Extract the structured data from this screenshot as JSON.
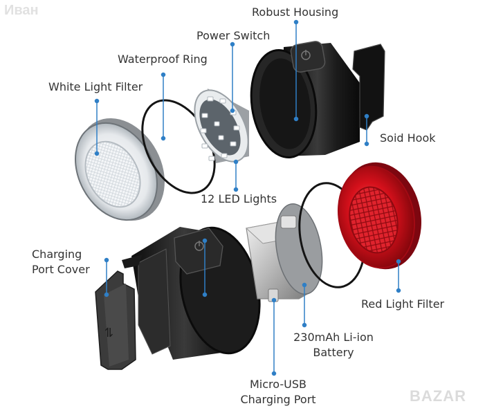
{
  "labels": {
    "robust_housing": "Robust Housing",
    "power_switch": "Power Switch",
    "waterproof_ring": "Waterproof Ring",
    "white_light_filter": "White Light Filter",
    "soid_hook": "Soid Hook",
    "led_lights": "12 LED Lights",
    "charging_port_cover_1": "Charging",
    "charging_port_cover_2": "Port Cover",
    "red_light_filter": "Red Light Filter",
    "battery_1": "230mAh Li-ion",
    "battery_2": "Battery",
    "micro_usb_1": "Micro-USB",
    "micro_usb_2": "Charging Port"
  },
  "watermarks": {
    "top_left": "Иван",
    "bottom_right": "BAZAR"
  },
  "colors": {
    "label_text": "#333333",
    "leader_line": "#2f7fc6",
    "housing_dark": "#1c1c1c",
    "red_filter": "#d11422",
    "metal_silver": "#c9c9c9"
  }
}
